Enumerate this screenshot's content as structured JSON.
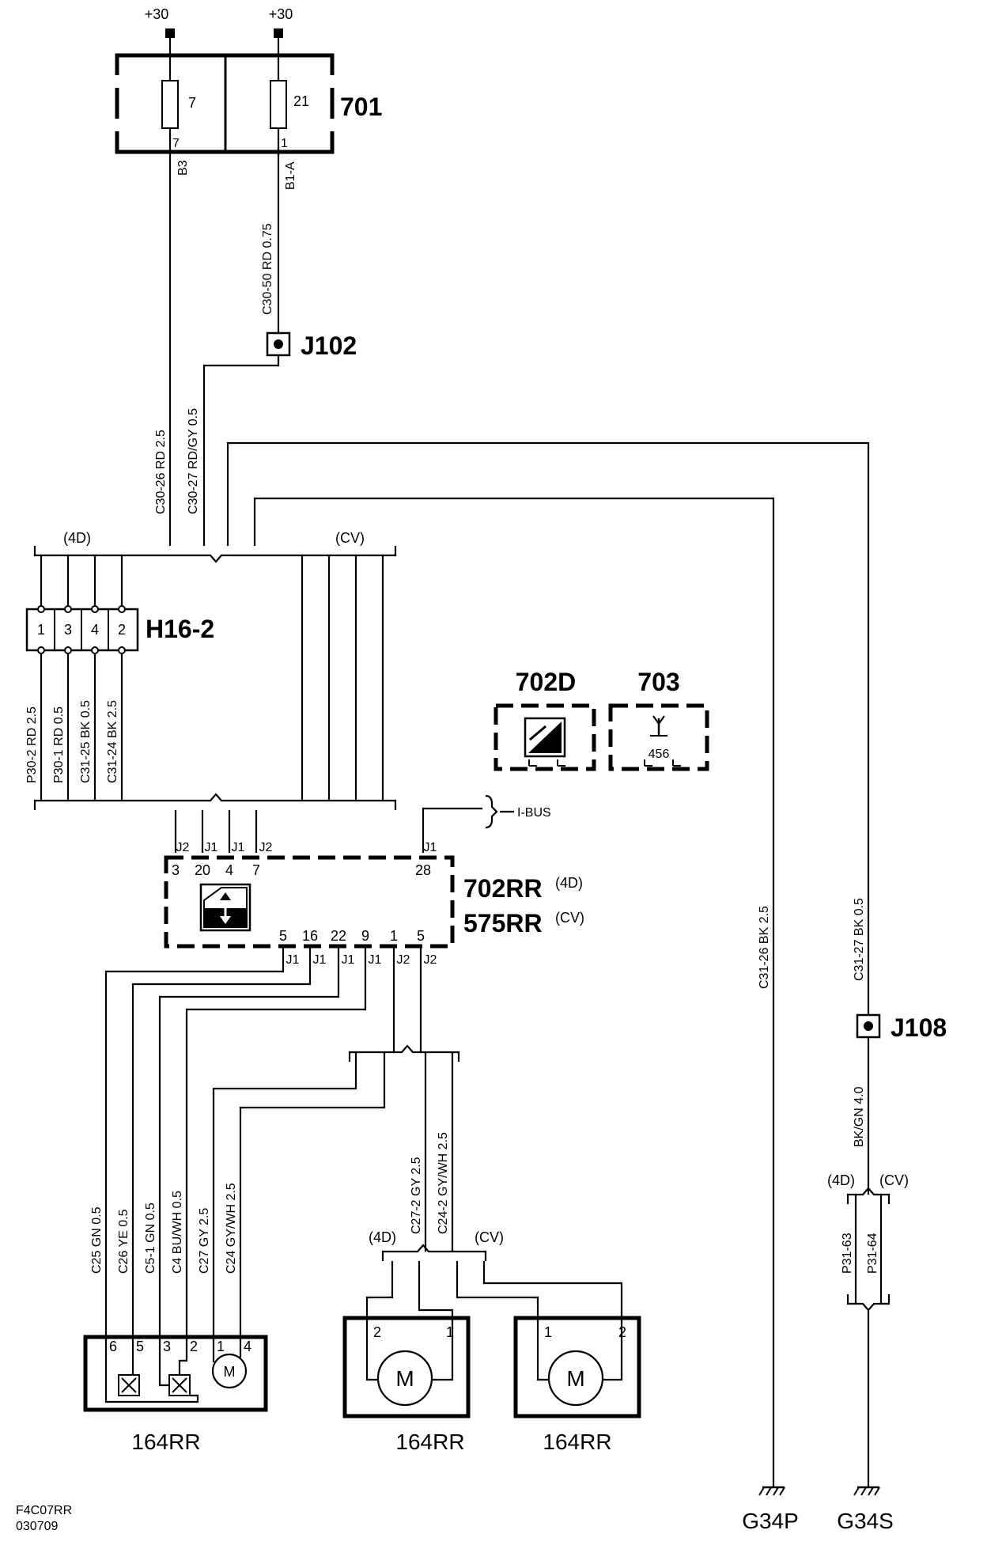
{
  "power": {
    "left": "+30",
    "right": "+30"
  },
  "fusebox": {
    "id": "701",
    "fuse_left": "7",
    "fuse_right": "21",
    "pin_left": "7",
    "pin_right": "1",
    "term_left": "B3",
    "term_right": "B1-A"
  },
  "wires": {
    "w_c30_50": "C30-50  RD  0.75",
    "w_c30_26": "C30-26  RD  2.5",
    "w_c30_27": "C30-27  RD/GY 0.5",
    "w_p30_2": "P30-2  RD 2.5",
    "w_p30_1": "P30-1  RD 0.5",
    "w_c31_25": "C31-25  BK  0.5",
    "w_c31_24": "C31-24  BK  2.5",
    "w_c31_26": "C31-26  BK  2.5",
    "w_c31_27": "C31-27  BK  0.5",
    "w_bkgn": "BK/GN  4.0",
    "w_c25": "C25  GN  0.5",
    "w_c26": "C26  YE  0.5",
    "w_c51": "C5-1  GN  0.5",
    "w_c4": "C4  BU/WH  0.5",
    "w_c27": "C27  GY  2.5",
    "w_c24": "C24  GY/WH 2.5",
    "w_c272": "C27-2  GY  2.5",
    "w_c242": "C24-2  GY/WH  2.5",
    "w_p3163": "P31-63",
    "w_p3164": "P31-64"
  },
  "junctions": {
    "j102": "J102",
    "j108": "J108"
  },
  "variants": {
    "v4d": "(4D)",
    "vcv": "(CV)"
  },
  "connector_h16": {
    "id": "H16-2",
    "pins": [
      "1",
      "3",
      "4",
      "2"
    ]
  },
  "modules": {
    "m702d": "702D",
    "m703": "703",
    "m703_pin": "456",
    "ctrl_a": "702RR",
    "ctrl_a_suffix": "(4D)",
    "ctrl_b": "575RR",
    "ctrl_b_suffix": "(CV)",
    "ibus": "I-BUS"
  },
  "ctrl_top": {
    "conns": [
      "J2",
      "J1",
      "J1",
      "J2",
      "J1"
    ],
    "pins": [
      "3",
      "20",
      "4",
      "7",
      "28"
    ]
  },
  "ctrl_bottom": {
    "pins": [
      "5",
      "16",
      "22",
      "9",
      "1",
      "5"
    ],
    "conns": [
      "J1",
      "J1",
      "J1",
      "J1",
      "J2",
      "J2"
    ]
  },
  "motor_left": {
    "id": "164RR",
    "pins": [
      "6",
      "5",
      "3",
      "2",
      "1",
      "4"
    ],
    "m": "M"
  },
  "motor_mid": {
    "id": "164RR",
    "pin_a": "2",
    "pin_b": "1",
    "m": "M"
  },
  "motor_right": {
    "id": "164RR",
    "pin_a": "1",
    "pin_b": "2",
    "m": "M"
  },
  "grounds": {
    "g1": "G34P",
    "g2": "G34S"
  },
  "footer": {
    "line1": "F4C07RR",
    "line2": "030709"
  }
}
